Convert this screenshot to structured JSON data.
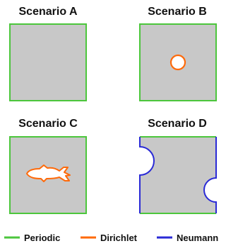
{
  "colors": {
    "domain_fill": "#c8c8c8",
    "periodic": "#4cc63c",
    "dirichlet": "#ff6a0a",
    "neumann": "#2a2ad6"
  },
  "panels": [
    {
      "title": "Scenario A"
    },
    {
      "title": "Scenario B"
    },
    {
      "title": "Scenario C"
    },
    {
      "title": "Scenario D"
    }
  ],
  "legend": [
    {
      "label": "Periodic"
    },
    {
      "label": "Dirichlet"
    },
    {
      "label": "Neumann"
    }
  ]
}
